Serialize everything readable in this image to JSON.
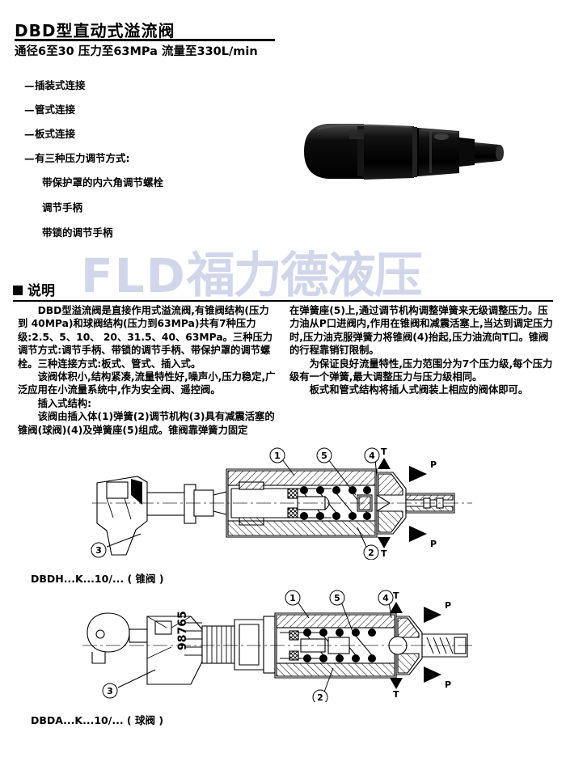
{
  "header": {
    "title": "DBD型直动式溢流阀",
    "subtitle": "通径6至30  压力至63MPa   流量至330L/min"
  },
  "features": [
    {
      "dash": "—",
      "text": "插装式连接",
      "sub": false
    },
    {
      "dash": "—",
      "text": "管式连接",
      "sub": false
    },
    {
      "dash": "—",
      "text": "板式连接",
      "sub": false
    },
    {
      "dash": "—",
      "text": "有三种压力调节方式:",
      "sub": false
    },
    {
      "dash": "",
      "text": "带保护罩的内六角调节螺栓",
      "sub": true
    },
    {
      "dash": "",
      "text": "调节手柄",
      "sub": true
    },
    {
      "dash": "",
      "text": "带锁的调节手柄",
      "sub": true
    }
  ],
  "watermark": {
    "latin": "FLD",
    "chinese": "福力德液压",
    "color": "#c9cfe8"
  },
  "section": {
    "marker": "square-bullet",
    "heading": "说明"
  },
  "description": {
    "left": [
      "DBD型溢流阀是直接作用式溢流阀,有锥阀结构(压力到 40MPa)和球阀结构(压力到63MPa)共有7种压力级:2.5、5、10、 20、31.5、40、63MPa。三种压力调节方式:调节手柄、带锁的调节手柄、带保护罩的调节螺栓。三种连接方式:板式、管式、插入式。",
      "该阀体积小,结构紧凑,流量特性好,噪声小,压力稳定,广泛应用在小流量系统中,作为安全阀、遥控阀。",
      "插入式结构:",
      "该阀由插入体(1)弹簧(2)调节机构(3)具有减震活塞的锥阀(球阀)(4)及弹簧座(5)组成。锥阀靠弹簧力固定"
    ],
    "right": [
      "在弹簧座(5)上,通过调节机构调整弹簧来无级调整压力。压力油从P口进阀内,作用在锥阀和减震活塞上,当达到调定压力时,压力油克服弹簧力将锥阀(4)抬起,压力油流向T口。锥阀的行程靠销钉限制。",
      "为保证良好流量特性,压力范围分为7个压力级,每个压力级有一个弹簧,最大调整压力与压力级相同。",
      "板式和管式结构将插人式阀装上相应的阀体即可。"
    ]
  },
  "diagrams": [
    {
      "name": "cone-valve-section",
      "caption": "DBDH...K...10/... ( 锥阀 )",
      "callouts": [
        "1",
        "2",
        "3",
        "4",
        "5"
      ],
      "port_labels": [
        "T",
        "P",
        "T",
        "P"
      ],
      "handle_type": "lever-handle"
    },
    {
      "name": "ball-valve-section",
      "caption": "DBDA...K...10/... ( 球阀 )",
      "callouts": [
        "1",
        "2",
        "3",
        "4",
        "5"
      ],
      "port_labels": [
        "T",
        "P",
        "T",
        "P"
      ],
      "handle_type": "knob-handle",
      "scale_digits": "98765"
    }
  ],
  "product_photo": {
    "name": "dbd-relief-valve-photo",
    "alt": "黑色 DBD 型直动式溢流阀实物照片"
  }
}
